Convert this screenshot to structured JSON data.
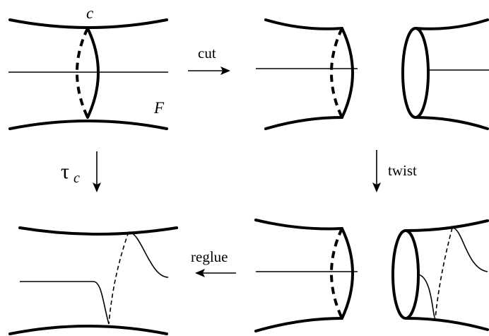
{
  "labels": {
    "curve": "c",
    "surface": "F",
    "cut": "cut",
    "twist_tau": "τ",
    "twist_tau_sub": "c",
    "twist": "twist",
    "reglue": "reglue"
  }
}
